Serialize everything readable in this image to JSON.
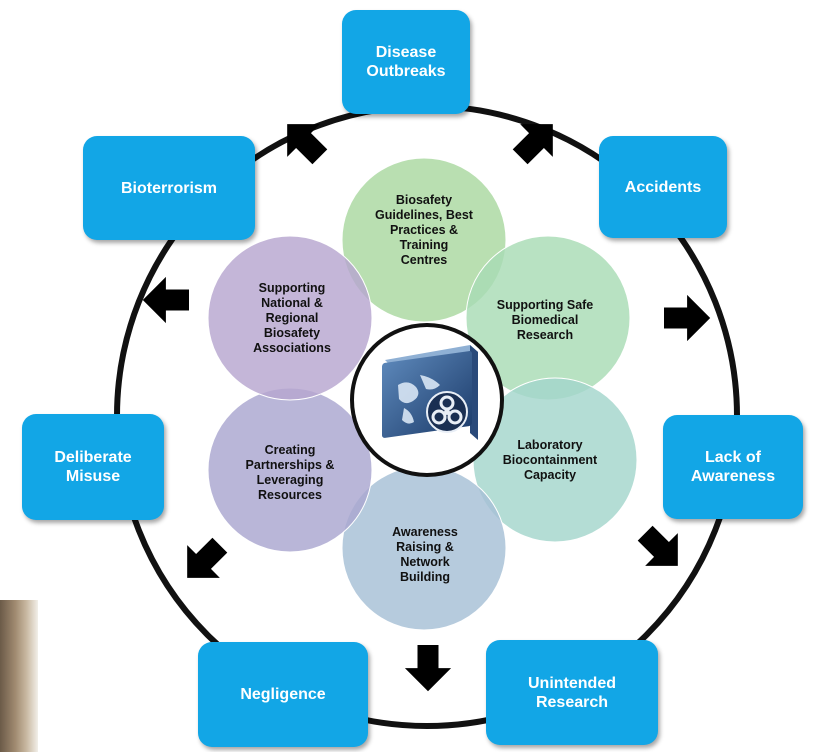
{
  "outer_boxes": [
    {
      "id": "disease-outbreaks",
      "label": "Disease\nOutbreaks"
    },
    {
      "id": "accidents",
      "label": "Accidents"
    },
    {
      "id": "lack-of-awareness",
      "label": "Lack of\nAwareness"
    },
    {
      "id": "unintended-research",
      "label": "Unintended\nResearch"
    },
    {
      "id": "negligence",
      "label": "Negligence"
    },
    {
      "id": "deliberate-misuse",
      "label": "Deliberate\nMisuse"
    },
    {
      "id": "bioterrorism",
      "label": "Bioterrorism"
    }
  ],
  "petals": [
    {
      "id": "guidelines",
      "label": "Biosafety\nGuidelines, Best\nPractices &\nTraining\nCentres",
      "color": "#a9d8a0"
    },
    {
      "id": "safe-research",
      "label": "Supporting Safe\nBiomedical\nResearch",
      "color": "#a8dcb4"
    },
    {
      "id": "biocontainment",
      "label": "Laboratory\nBiocontainment\nCapacity",
      "color": "#a3d6cc"
    },
    {
      "id": "awareness",
      "label": "Awareness\nRaising &\nNetwork\nBuilding",
      "color": "#a6bfd6"
    },
    {
      "id": "partnerships",
      "label": "Creating\nPartnerships &\nLeveraging\nResources",
      "color": "#aaa6d0"
    },
    {
      "id": "associations",
      "label": "Supporting\nNational &\nRegional\nBiosafety\nAssociations",
      "color": "#b7a6d0"
    }
  ],
  "center_icon": "globe-biohazard-icon",
  "colors": {
    "box": "#12a6e6",
    "ring": "#111111",
    "arrow": "#000000"
  }
}
